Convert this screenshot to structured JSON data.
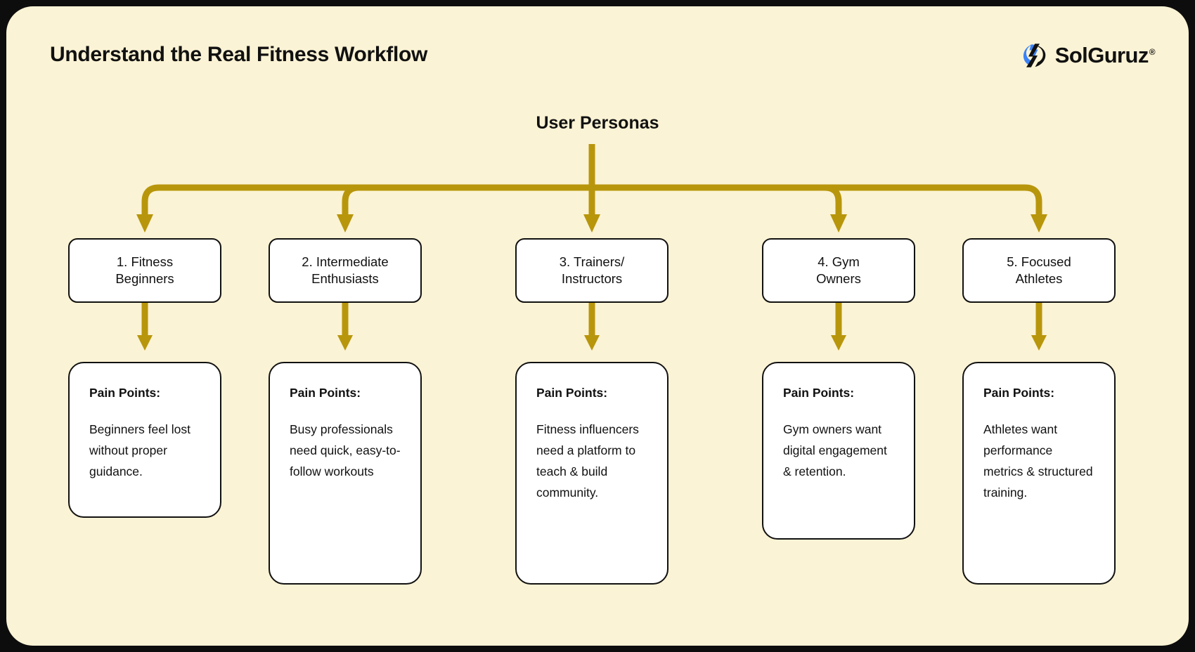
{
  "header": {
    "title": "Understand the Real Fitness Workflow",
    "logo_text": "SolGuruz",
    "logo_registered": "®",
    "logo_icon": "solguruz-hexagon-swoosh"
  },
  "diagram": {
    "root_label": "User Personas",
    "connector_color": "#B8960C",
    "box_border_color": "#111111",
    "box_fill": "#FFFFFF",
    "canvas_bg": "#FBF3D5",
    "frame_bg": "#0D0D0D",
    "pain_heading": "Pain Points:",
    "nodes": [
      {
        "index": "1.",
        "persona": "1. Fitness Beginners",
        "persona_line1": "1. Fitness",
        "persona_line2": "Beginners",
        "pain_heading": "Pain Points:",
        "pain_text": "Beginners feel lost without proper guidance."
      },
      {
        "index": "2.",
        "persona": "2. Intermediate Enthusiasts",
        "persona_line1": "2. Intermediate",
        "persona_line2": "Enthusiasts",
        "pain_heading": "Pain Points:",
        "pain_text": "Busy professionals need quick, easy-to-follow workouts"
      },
      {
        "index": "3.",
        "persona": "3. Trainers/ Instructors",
        "persona_line1": "3. Trainers/",
        "persona_line2": "Instructors",
        "pain_heading": "Pain Points:",
        "pain_text": "Fitness influencers need a platform to teach & build community."
      },
      {
        "index": "4.",
        "persona": "4. Gym Owners",
        "persona_line1": "4. Gym",
        "persona_line2": "Owners",
        "pain_heading": "Pain Points:",
        "pain_text": "Gym owners want digital engagement & retention."
      },
      {
        "index": "5.",
        "persona": "5. Focused Athletes",
        "persona_line1": "5. Focused",
        "persona_line2": "Athletes",
        "pain_heading": "Pain Points:",
        "pain_text": "Athletes want performance metrics & structured training."
      }
    ]
  }
}
